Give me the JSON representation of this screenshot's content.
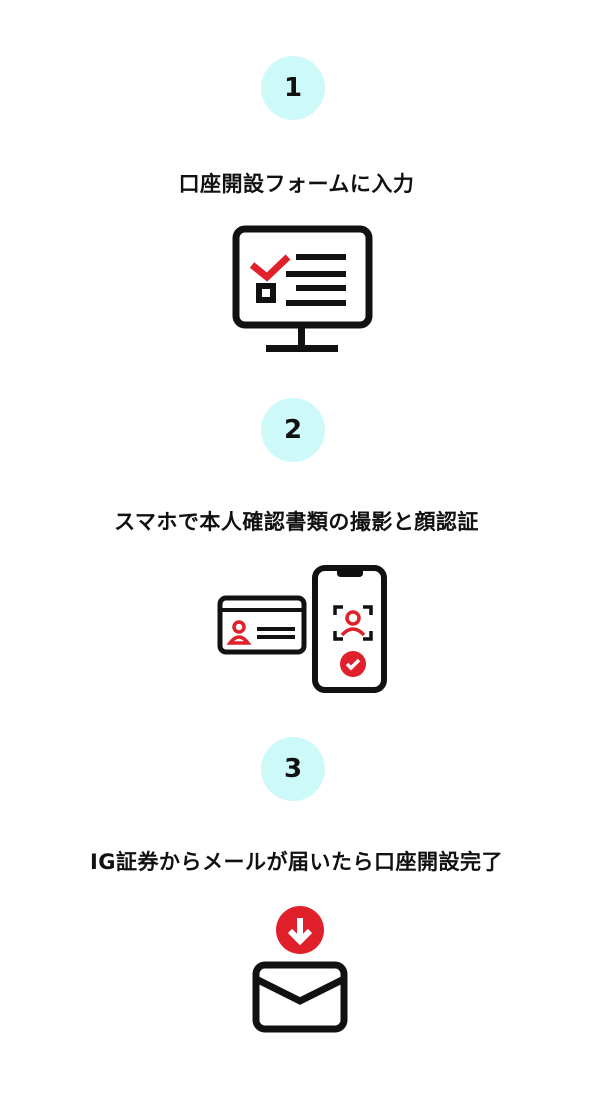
{
  "steps": [
    {
      "number": "1",
      "title": "口座開設フォームに入力",
      "icon": "monitor-form-icon"
    },
    {
      "number": "2",
      "title": "スマホで本人確認書類の撮影と顔認証",
      "icon": "id-card-phone-face-icon"
    },
    {
      "number": "3",
      "title": "IG証券からメールが届いたら口座開設完了",
      "icon": "mail-download-icon"
    }
  ],
  "colors": {
    "accent": "#e0202a",
    "badge": "#cdfaf8",
    "ink": "#111111"
  }
}
